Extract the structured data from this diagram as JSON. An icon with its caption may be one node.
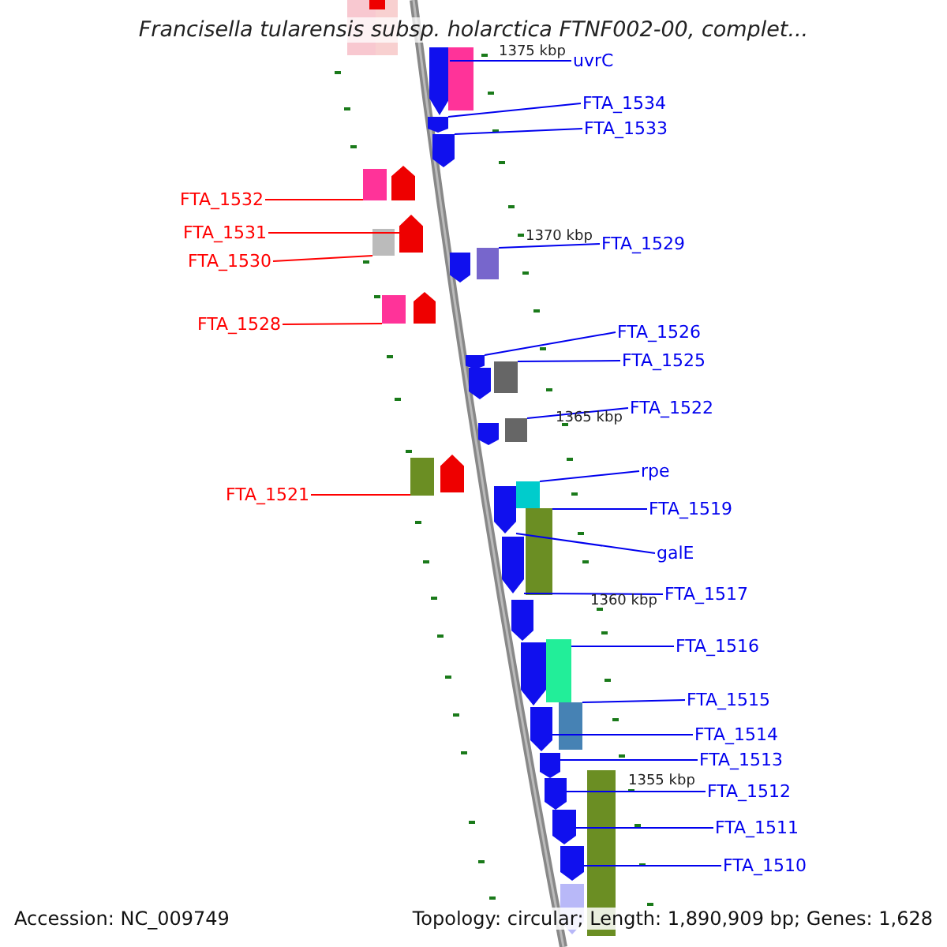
{
  "diagram": {
    "title": "Francisella tularensis subsp. holarctica FTNF002-00, complet...",
    "nodes": [
      {
        "text": [
          "uvrC"
        ]
      },
      {
        "text": [
          "FTA_1534"
        ]
      },
      {
        "text": [
          "FTA_1533"
        ]
      },
      {
        "text": [
          "FTA_1532"
        ]
      },
      {
        "text": [
          "FTA_1531"
        ]
      },
      {
        "text": [
          "FTA_1530"
        ]
      },
      {
        "text": [
          "FTA_1529"
        ]
      },
      {
        "text": [
          "FTA_1528"
        ]
      },
      {
        "text": [
          "FTA_1526"
        ]
      },
      {
        "text": [
          "FTA_1525"
        ]
      },
      {
        "text": [
          "FTA_1522"
        ]
      },
      {
        "text": [
          "FTA_1521"
        ]
      },
      {
        "text": [
          "rpe"
        ]
      },
      {
        "text": [
          "FTA_1519"
        ]
      },
      {
        "text": [
          "galE"
        ]
      },
      {
        "text": [
          "FTA_1517"
        ]
      },
      {
        "text": [
          "FTA_1516"
        ]
      },
      {
        "text": [
          "FTA_1515"
        ]
      },
      {
        "text": [
          "FTA_1514"
        ]
      },
      {
        "text": [
          "FTA_1513"
        ]
      },
      {
        "text": [
          "FTA_1512"
        ]
      },
      {
        "text": [
          "FTA_1511"
        ]
      },
      {
        "text": [
          "FTA_1510"
        ]
      },
      {
        "text": [],
        "shape": "arrow"
      },
      {
        "text": [],
        "shape": "arrow"
      },
      {
        "text": [],
        "shape": "arrow"
      },
      {
        "text": [],
        "shape": "box"
      },
      {
        "text": [],
        "shape": "arrow"
      },
      {
        "text": [],
        "shape": "box"
      },
      {
        "text": [],
        "shape": "box"
      },
      {
        "text": [],
        "shape": "box"
      },
      {
        "text": [],
        "shape": "arrow"
      },
      {
        "text": [],
        "shape": "box"
      },
      {
        "text": [],
        "shape": "box"
      },
      {
        "text": [],
        "shape": "box"
      },
      {
        "text": [],
        "shape": "box"
      },
      {
        "text": [],
        "shape": "box"
      },
      {
        "text": [],
        "shape": "arrow"
      },
      {
        "text": [],
        "shape": "arrow"
      },
      {
        "text": [],
        "shape": "box"
      },
      {
        "text": [],
        "shape": "box"
      },
      {
        "text": [],
        "shape": "arrow"
      },
      {
        "text": [],
        "shape": "arrow"
      },
      {
        "text": [],
        "shape": "arrow"
      },
      {
        "text": [],
        "shape": "arrow"
      },
      {
        "text": [],
        "shape": "arrow"
      },
      {
        "text": [],
        "shape": "box"
      },
      {
        "text": [],
        "shape": "arrow"
      },
      {
        "text": [],
        "shape": "arrow"
      },
      {
        "text": [],
        "shape": "arrow"
      },
      {
        "text": [],
        "shape": "arrow"
      },
      {
        "text": [],
        "shape": "arrow"
      },
      {
        "text": [],
        "shape": "arrow"
      },
      {
        "text": [],
        "shape": "arrow"
      },
      {
        "text": [],
        "shape": "arrow"
      },
      {
        "text": [],
        "shape": "box"
      },
      {
        "text": [],
        "shape": "arrow"
      },
      {
        "text": [],
        "shape": "box"
      },
      {
        "text": [],
        "shape": "box"
      },
      {
        "text": [],
        "shape": "box"
      }
    ],
    "edges": [
      {
        "from": 0,
        "to": 23,
        "arrow": "none"
      },
      {
        "from": 1,
        "to": 24,
        "arrow": "none"
      },
      {
        "from": 2,
        "to": 25,
        "arrow": "none"
      },
      {
        "from": 3,
        "to": 26,
        "arrow": "none",
        "color": "#ff0000"
      },
      {
        "from": 4,
        "to": 27,
        "arrow": "none",
        "color": "#ff0000"
      },
      {
        "from": 5,
        "to": 28,
        "arrow": "none",
        "color": "#ff0000"
      },
      {
        "from": 6,
        "to": 29,
        "arrow": "none"
      },
      {
        "from": 7,
        "to": 30,
        "arrow": "none",
        "color": "#ff0000"
      },
      {
        "from": 8,
        "to": 31,
        "arrow": "none"
      },
      {
        "from": 9,
        "to": 32,
        "arrow": "none"
      },
      {
        "from": 10,
        "to": 33,
        "arrow": "none"
      },
      {
        "from": 11,
        "to": 34,
        "arrow": "none",
        "color": "#ff0000"
      },
      {
        "from": 12,
        "to": 35,
        "arrow": "none"
      },
      {
        "from": 13,
        "to": 36,
        "arrow": "none"
      },
      {
        "from": 14,
        "to": 37,
        "arrow": "none"
      },
      {
        "from": 15,
        "to": 38,
        "arrow": "none"
      },
      {
        "from": 16,
        "to": 39,
        "arrow": "none"
      },
      {
        "from": 17,
        "to": 40,
        "arrow": "none"
      },
      {
        "from": 18,
        "to": 41,
        "arrow": "none"
      },
      {
        "from": 19,
        "to": 42,
        "arrow": "none"
      },
      {
        "from": 20,
        "to": 43,
        "arrow": "none"
      },
      {
        "from": 21,
        "to": 44,
        "arrow": "none"
      },
      {
        "from": 22,
        "to": 45,
        "arrow": "none"
      }
    ],
    "labels": [
      "1375 kbp",
      "1370 kbp",
      "1365 kbp",
      "1360 kbp",
      "1355 kbp",
      "Accession: NC_009749",
      "Topology: circular; Length: 1,890,909 bp; Genes: 1,628"
    ]
  }
}
